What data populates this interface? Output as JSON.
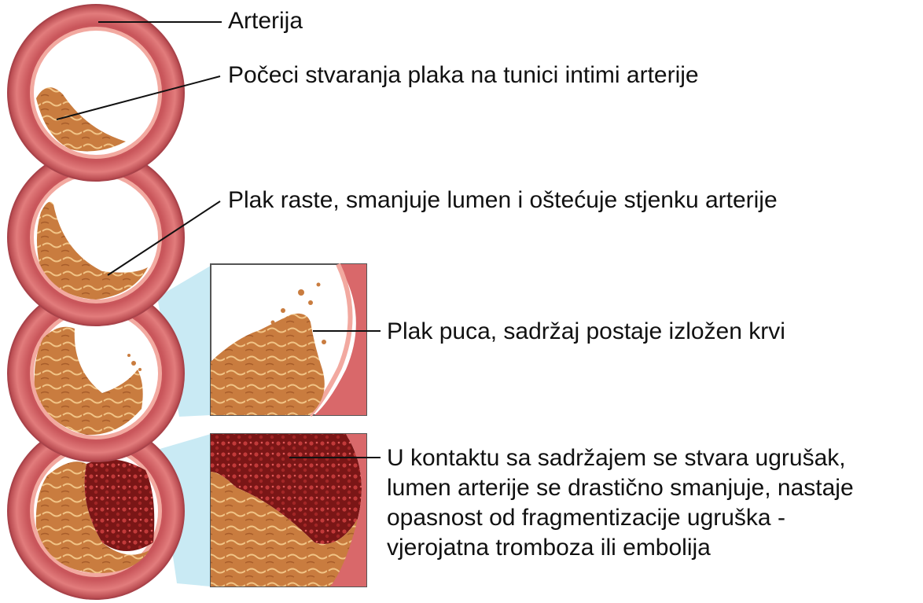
{
  "labels": {
    "arterija": "Arterija",
    "pocetci": "Počeci stvaranja plaka na tunici intimi arterije",
    "raste": "Plak raste, smanjuje lumen i oštećuje stjenku arterije",
    "puca": "Plak puca, sadržaj postaje izložen krvi",
    "ugrusak_lines": [
      "U kontaktu sa sadržajem se stvara ugrušak,",
      "lumen arterije se drastično smanjuje, nastaje",
      "opasnost od fragmentizacije ugruška -",
      "vjerojatna tromboza ili embolija"
    ]
  },
  "colors": {
    "artery_wall": "#d9686a",
    "artery_wall_dark": "#b8484c",
    "intima": "#f2a9a0",
    "plaque": "#c9793c",
    "plaque_light": "#e3a866",
    "clot": "#8f1f1f",
    "leader": "#111111",
    "zoom_callout": "#bfe6f2"
  }
}
